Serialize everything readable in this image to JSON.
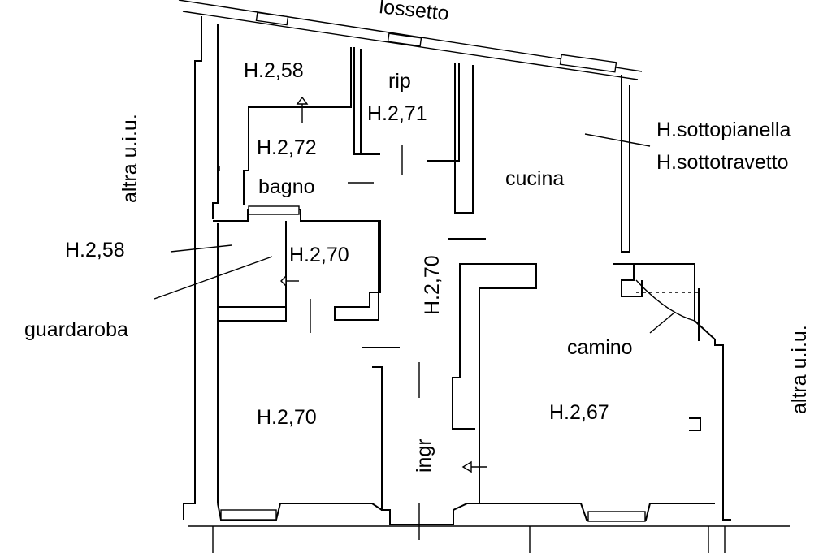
{
  "street": {
    "text": "lossetto"
  },
  "neighbours": {
    "left": "altra u.i.u.",
    "right": "altra u.i.u."
  },
  "rooms": {
    "top_left_height": "H.2,58",
    "rip_name": "rip",
    "rip_height": "H.2,71",
    "bagno_height": "H.2,72",
    "bagno_name": "bagno",
    "cucina_name": "cucina",
    "closet_height": "H.2,70",
    "guardaroba_height": "H.2,58",
    "guardaroba_name": "guardaroba",
    "corridor_height": "H.2,70",
    "bedroom_height": "H.2,70",
    "ingresso_name": "ingr",
    "living_height": "H.2,67",
    "camino_name": "camino"
  },
  "legend": {
    "sottopianella": "H.sottopianella",
    "sottotravetto": "H.sottotravetto"
  }
}
